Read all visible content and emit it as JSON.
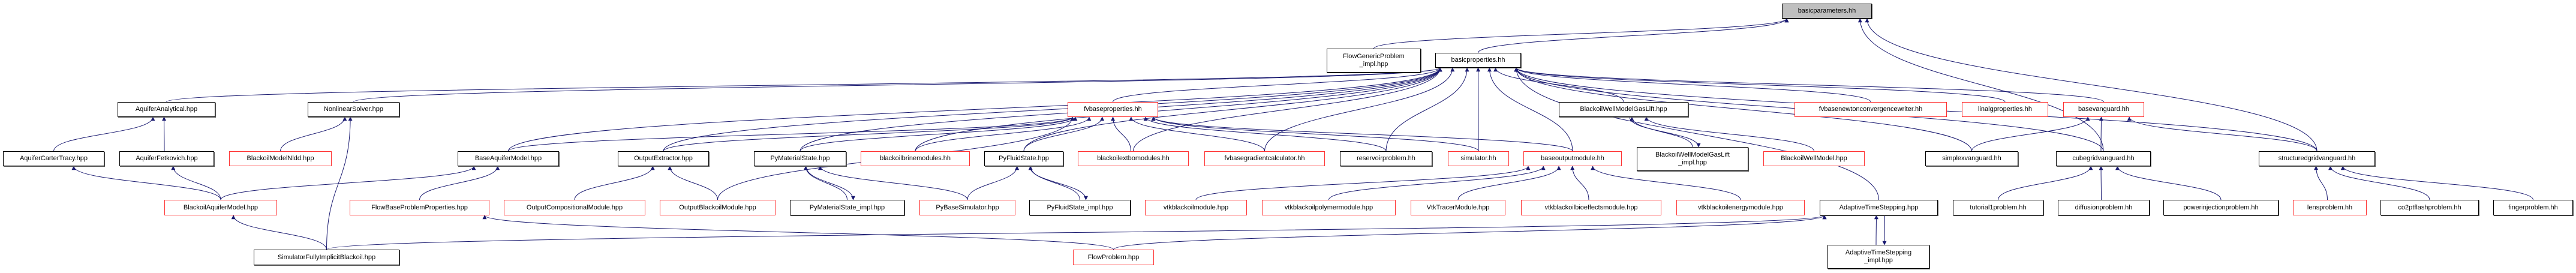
{
  "graph": {
    "edge_color": "#191970",
    "nodes": [
      {
        "id": "basicparameters",
        "label": [
          "basicparameters.hh"
        ],
        "style": "gray"
      },
      {
        "id": "FlowGenericProblem_impl",
        "label": [
          "FlowGenericProblem",
          "_impl.hpp"
        ],
        "style": "black"
      },
      {
        "id": "basicproperties",
        "label": [
          "basicproperties.hh"
        ],
        "style": "black"
      },
      {
        "id": "AquiferAnalytical",
        "label": [
          "AquiferAnalytical.hpp"
        ],
        "style": "black"
      },
      {
        "id": "NonlinearSolver",
        "label": [
          "NonlinearSolver.hpp"
        ],
        "style": "black"
      },
      {
        "id": "fvbaseproperties",
        "label": [
          "fvbaseproperties.hh"
        ],
        "style": "red"
      },
      {
        "id": "BlackoilWellModelGasLift",
        "label": [
          "BlackoilWellModelGasLift.hpp"
        ],
        "style": "black"
      },
      {
        "id": "fvbasenewtonconvergencewriter",
        "label": [
          "fvbasenewtonconvergencewriter.hh"
        ],
        "style": "red"
      },
      {
        "id": "linalgproperties",
        "label": [
          "linalgproperties.hh"
        ],
        "style": "red"
      },
      {
        "id": "basevanguard",
        "label": [
          "basevanguard.hh"
        ],
        "style": "red"
      },
      {
        "id": "AquiferCarterTracy",
        "label": [
          "AquiferCarterTracy.hpp"
        ],
        "style": "black"
      },
      {
        "id": "AquiferFetkovich",
        "label": [
          "AquiferFetkovich.hpp"
        ],
        "style": "black"
      },
      {
        "id": "BlackoilModelNldd",
        "label": [
          "BlackoilModelNldd.hpp"
        ],
        "style": "red"
      },
      {
        "id": "BaseAquiferModel",
        "label": [
          "BaseAquiferModel.hpp"
        ],
        "style": "black"
      },
      {
        "id": "OutputExtractor",
        "label": [
          "OutputExtractor.hpp"
        ],
        "style": "black"
      },
      {
        "id": "PyMaterialState",
        "label": [
          "PyMaterialState.hpp"
        ],
        "style": "black"
      },
      {
        "id": "blackoilbrinemodules",
        "label": [
          "blackoilbrinemodules.hh"
        ],
        "style": "red"
      },
      {
        "id": "PyFluidState",
        "label": [
          "PyFluidState.hpp"
        ],
        "style": "black"
      },
      {
        "id": "blackoilextbomodules",
        "label": [
          "blackoilextbomodules.hh"
        ],
        "style": "red"
      },
      {
        "id": "fvbasegradientcalculator",
        "label": [
          "fvbasegradientcalculator.hh"
        ],
        "style": "red"
      },
      {
        "id": "reservoirproblem",
        "label": [
          "reservoirproblem.hh"
        ],
        "style": "black"
      },
      {
        "id": "simulator",
        "label": [
          "simulator.hh"
        ],
        "style": "red"
      },
      {
        "id": "baseoutputmodule",
        "label": [
          "baseoutputmodule.hh"
        ],
        "style": "red"
      },
      {
        "id": "BlackoilWellModelGasLift_impl",
        "label": [
          "BlackoilWellModelGasLift",
          "_impl.hpp"
        ],
        "style": "black"
      },
      {
        "id": "BlackoilWellModel",
        "label": [
          "BlackoilWellModel.hpp"
        ],
        "style": "red"
      },
      {
        "id": "simplexvanguard",
        "label": [
          "simplexvanguard.hh"
        ],
        "style": "black"
      },
      {
        "id": "cubegridvanguard",
        "label": [
          "cubegridvanguard.hh"
        ],
        "style": "black"
      },
      {
        "id": "structuredgridvanguard",
        "label": [
          "structuredgridvanguard.hh"
        ],
        "style": "black"
      },
      {
        "id": "BlackoilAquiferModel",
        "label": [
          "BlackoilAquiferModel.hpp"
        ],
        "style": "red"
      },
      {
        "id": "FlowBaseProblemProperties",
        "label": [
          "FlowBaseProblemProperties.hpp"
        ],
        "style": "red"
      },
      {
        "id": "OutputCompositionalModule",
        "label": [
          "OutputCompositionalModule.hpp"
        ],
        "style": "red"
      },
      {
        "id": "OutputBlackoilModule",
        "label": [
          "OutputBlackoilModule.hpp"
        ],
        "style": "red"
      },
      {
        "id": "PyMaterialState_impl",
        "label": [
          "PyMaterialState_impl.hpp"
        ],
        "style": "black"
      },
      {
        "id": "PyBaseSimulator",
        "label": [
          "PyBaseSimulator.hpp"
        ],
        "style": "red"
      },
      {
        "id": "PyFluidState_impl",
        "label": [
          "PyFluidState_impl.hpp"
        ],
        "style": "black"
      },
      {
        "id": "vtkblackoilmodule",
        "label": [
          "vtkblackoilmodule.hpp"
        ],
        "style": "red"
      },
      {
        "id": "vtkblackoilpolymermodule",
        "label": [
          "vtkblackoilpolymermodule.hpp"
        ],
        "style": "red"
      },
      {
        "id": "VtkTracerModule",
        "label": [
          "VtkTracerModule.hpp"
        ],
        "style": "red"
      },
      {
        "id": "vtkblackoilbioeffectsmodule",
        "label": [
          "vtkblackoilbioeffectsmodule.hpp"
        ],
        "style": "red"
      },
      {
        "id": "vtkblackoilenergymodule",
        "label": [
          "vtkblackoilenergymodule.hpp"
        ],
        "style": "red"
      },
      {
        "id": "AdaptiveTimeStepping",
        "label": [
          "AdaptiveTimeStepping.hpp"
        ],
        "style": "black"
      },
      {
        "id": "tutorial1problem",
        "label": [
          "tutorial1problem.hh"
        ],
        "style": "black"
      },
      {
        "id": "diffusionproblem",
        "label": [
          "diffusionproblem.hh"
        ],
        "style": "black"
      },
      {
        "id": "powerinjectionproblem",
        "label": [
          "powerinjectionproblem.hh"
        ],
        "style": "black"
      },
      {
        "id": "lensproblem",
        "label": [
          "lensproblem.hh"
        ],
        "style": "red"
      },
      {
        "id": "co2ptflashproblem",
        "label": [
          "co2ptflashproblem.hh"
        ],
        "style": "black"
      },
      {
        "id": "fingerproblem",
        "label": [
          "fingerproblem.hh"
        ],
        "style": "black"
      },
      {
        "id": "SimulatorFullyImplicitBlackoil",
        "label": [
          "SimulatorFullyImplicitBlackoil.hpp"
        ],
        "style": "black"
      },
      {
        "id": "FlowProblem",
        "label": [
          "FlowProblem.hpp"
        ],
        "style": "red"
      },
      {
        "id": "AdaptiveTimeStepping_impl",
        "label": [
          "AdaptiveTimeStepping",
          "_impl.hpp"
        ],
        "style": "black"
      }
    ],
    "edges": [
      [
        "FlowGenericProblem_impl",
        "basicparameters"
      ],
      [
        "basicproperties",
        "basicparameters"
      ],
      [
        "cubegridvanguard",
        "basicparameters"
      ],
      [
        "structuredgridvanguard",
        "basicparameters"
      ],
      [
        "AquiferAnalytical",
        "basicproperties"
      ],
      [
        "NonlinearSolver",
        "basicproperties"
      ],
      [
        "BaseAquiferModel",
        "basicproperties"
      ],
      [
        "BaseAquiferModel",
        "fvbaseproperties"
      ],
      [
        "OutputExtractor",
        "basicproperties"
      ],
      [
        "OutputExtractor",
        "fvbaseproperties"
      ],
      [
        "OutputBlackoilModule",
        "fvbaseproperties"
      ],
      [
        "PyMaterialState",
        "basicproperties"
      ],
      [
        "PyMaterialState",
        "fvbaseproperties"
      ],
      [
        "blackoilbrinemodules",
        "basicproperties"
      ],
      [
        "blackoilbrinemodules",
        "fvbaseproperties"
      ],
      [
        "PyFluidState",
        "basicproperties"
      ],
      [
        "PyFluidState",
        "fvbaseproperties"
      ],
      [
        "blackoilextbomodules",
        "basicproperties"
      ],
      [
        "blackoilextbomodules",
        "fvbaseproperties"
      ],
      [
        "fvbasegradientcalculator",
        "basicproperties"
      ],
      [
        "fvbasegradientcalculator",
        "fvbaseproperties"
      ],
      [
        "reservoirproblem",
        "basicproperties"
      ],
      [
        "reservoirproblem",
        "fvbaseproperties"
      ],
      [
        "simulator",
        "basicproperties"
      ],
      [
        "simulator",
        "fvbaseproperties"
      ],
      [
        "baseoutputmodule",
        "basicproperties"
      ],
      [
        "baseoutputmodule",
        "fvbaseproperties"
      ],
      [
        "fvbaseproperties",
        "basicproperties"
      ],
      [
        "BlackoilWellModelGasLift",
        "basicproperties"
      ],
      [
        "BlackoilWellModelGasLift_impl",
        "BlackoilWellModelGasLift"
      ],
      [
        "BlackoilWellModelGasLift",
        "BlackoilWellModelGasLift_impl"
      ],
      [
        "BlackoilWellModel",
        "BlackoilWellModelGasLift"
      ],
      [
        "fvbasenewtonconvergencewriter",
        "basicproperties"
      ],
      [
        "linalgproperties",
        "basicproperties"
      ],
      [
        "basevanguard",
        "basicproperties"
      ],
      [
        "simplexvanguard",
        "basicproperties"
      ],
      [
        "simplexvanguard",
        "basevanguard"
      ],
      [
        "cubegridvanguard",
        "basicproperties"
      ],
      [
        "cubegridvanguard",
        "basevanguard"
      ],
      [
        "structuredgridvanguard",
        "basicproperties"
      ],
      [
        "structuredgridvanguard",
        "basevanguard"
      ],
      [
        "AdaptiveTimeStepping",
        "basicproperties"
      ],
      [
        "AdaptiveTimeStepping_impl",
        "AdaptiveTimeStepping"
      ],
      [
        "AdaptiveTimeStepping",
        "AdaptiveTimeStepping_impl"
      ],
      [
        "AquiferCarterTracy",
        "AquiferAnalytical"
      ],
      [
        "AquiferFetkovich",
        "AquiferAnalytical"
      ],
      [
        "BlackoilModelNldd",
        "NonlinearSolver"
      ],
      [
        "BlackoilAquiferModel",
        "AquiferCarterTracy"
      ],
      [
        "BlackoilAquiferModel",
        "AquiferFetkovich"
      ],
      [
        "BlackoilAquiferModel",
        "BaseAquiferModel"
      ],
      [
        "FlowBaseProblemProperties",
        "BaseAquiferModel"
      ],
      [
        "OutputCompositionalModule",
        "OutputExtractor"
      ],
      [
        "OutputBlackoilModule",
        "OutputExtractor"
      ],
      [
        "PyMaterialState_impl",
        "PyMaterialState"
      ],
      [
        "PyMaterialState",
        "PyMaterialState_impl"
      ],
      [
        "PyBaseSimulator",
        "PyMaterialState"
      ],
      [
        "PyBaseSimulator",
        "PyFluidState"
      ],
      [
        "PyFluidState_impl",
        "PyFluidState"
      ],
      [
        "PyFluidState",
        "PyFluidState_impl"
      ],
      [
        "vtkblackoilmodule",
        "baseoutputmodule"
      ],
      [
        "vtkblackoilpolymermodule",
        "baseoutputmodule"
      ],
      [
        "VtkTracerModule",
        "baseoutputmodule"
      ],
      [
        "vtkblackoilbioeffectsmodule",
        "baseoutputmodule"
      ],
      [
        "vtkblackoilenergymodule",
        "baseoutputmodule"
      ],
      [
        "SimulatorFullyImplicitBlackoil",
        "BlackoilAquiferModel"
      ],
      [
        "SimulatorFullyImplicitBlackoil",
        "NonlinearSolver"
      ],
      [
        "SimulatorFullyImplicitBlackoil",
        "AdaptiveTimeStepping"
      ],
      [
        "FlowProblem",
        "FlowBaseProblemProperties"
      ],
      [
        "FlowProblem",
        "AdaptiveTimeStepping"
      ],
      [
        "tutorial1problem",
        "cubegridvanguard"
      ],
      [
        "diffusionproblem",
        "cubegridvanguard"
      ],
      [
        "powerinjectionproblem",
        "cubegridvanguard"
      ],
      [
        "lensproblem",
        "structuredgridvanguard"
      ],
      [
        "co2ptflashproblem",
        "structuredgridvanguard"
      ],
      [
        "fingerproblem",
        "structuredgridvanguard"
      ]
    ]
  }
}
